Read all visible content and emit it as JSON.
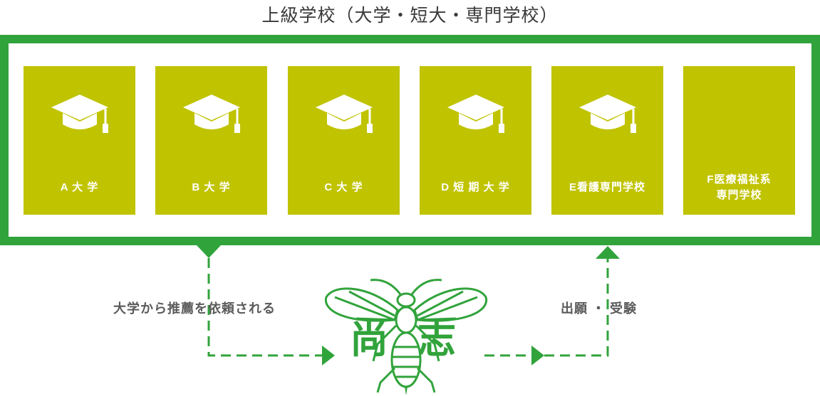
{
  "title": "上級学校（大学・短大・専門学校）",
  "schools": [
    {
      "label": "A 大 学"
    },
    {
      "label": "B 大 学"
    },
    {
      "label": "C 大 学"
    },
    {
      "label": "D 短 期 大 学"
    },
    {
      "label": "E看護専門学校"
    },
    {
      "line1": "F医療福祉系",
      "line2": "専門学校"
    }
  ],
  "flow": {
    "left_label": "大学から推薦を依頼される",
    "right_label": "出願 ・ 受験"
  },
  "mascot": {
    "char_left": "尚",
    "char_right": "志"
  },
  "colors": {
    "frame_green": "#31a33b",
    "card_olive": "#c0c300",
    "text_gray": "#5b5b5b"
  },
  "icons": {
    "card_icon": "graduation-cap-icon",
    "mascot_icon": "bee-mascot-icon"
  }
}
